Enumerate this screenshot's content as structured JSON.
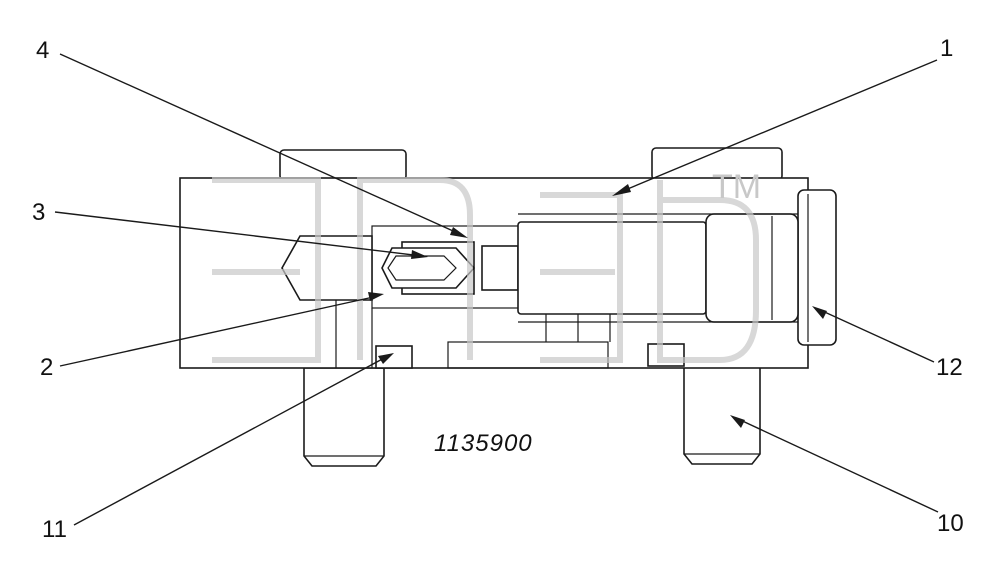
{
  "drawing_number": "1135900",
  "watermark": {
    "tm": "TM"
  },
  "callouts": [
    {
      "id": "c1",
      "label": "1"
    },
    {
      "id": "c2",
      "label": "2"
    },
    {
      "id": "c3",
      "label": "3"
    },
    {
      "id": "c4",
      "label": "4"
    },
    {
      "id": "c10",
      "label": "10"
    },
    {
      "id": "c11",
      "label": "11"
    },
    {
      "id": "c12",
      "label": "12"
    }
  ],
  "colors": {
    "line": "#1a1a1a",
    "watermark": "#c8c8c8",
    "background": "#ffffff"
  }
}
